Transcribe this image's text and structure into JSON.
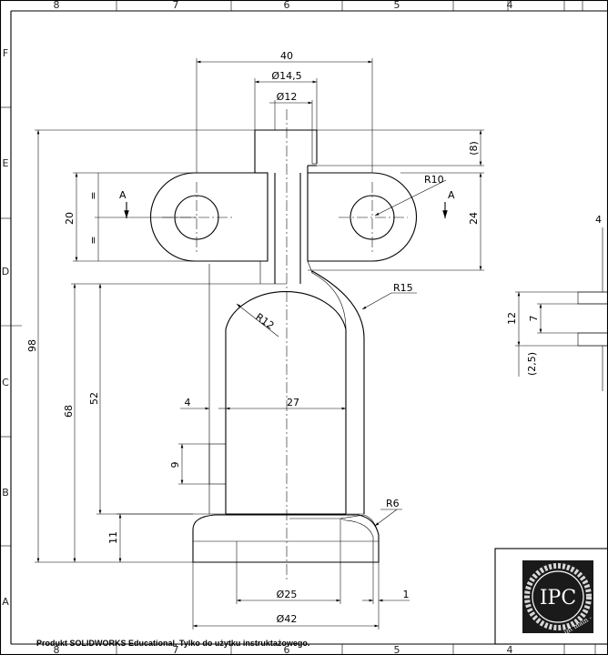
{
  "border": {
    "columns": [
      "8",
      "7",
      "6",
      "5",
      "4"
    ],
    "rows": [
      "F",
      "E",
      "D",
      "C",
      "B",
      "A"
    ]
  },
  "dimensions": {
    "width_40": "40",
    "dia_14_5": "Ø14,5",
    "dia_12": "Ø12",
    "paren_8": "(8)",
    "r10": "R10",
    "height_24": "24",
    "height_20": "20",
    "eq_top": "=",
    "eq_bottom": "=",
    "height_98": "98",
    "height_68": "68",
    "height_52": "52",
    "r15": "R15",
    "r12": "R12",
    "width_4": "4",
    "width_27": "27",
    "height_9": "9",
    "r6": "R6",
    "height_11": "11",
    "dia_25": "Ø25",
    "width_1": "1",
    "dia_42": "Ø42"
  },
  "section_marks": {
    "left": "A",
    "right": "A"
  },
  "detail_view": {
    "h12": "12",
    "h7": "7",
    "h2_5": "(2,5)",
    "top_label": "4"
  },
  "title_block": {
    "logo_text": "IPC",
    "logo_subtext": "- int main -"
  },
  "footer": {
    "watermark": "Produkt SOLIDWORKS Educational. Tylko do użytku instruktażowego."
  }
}
